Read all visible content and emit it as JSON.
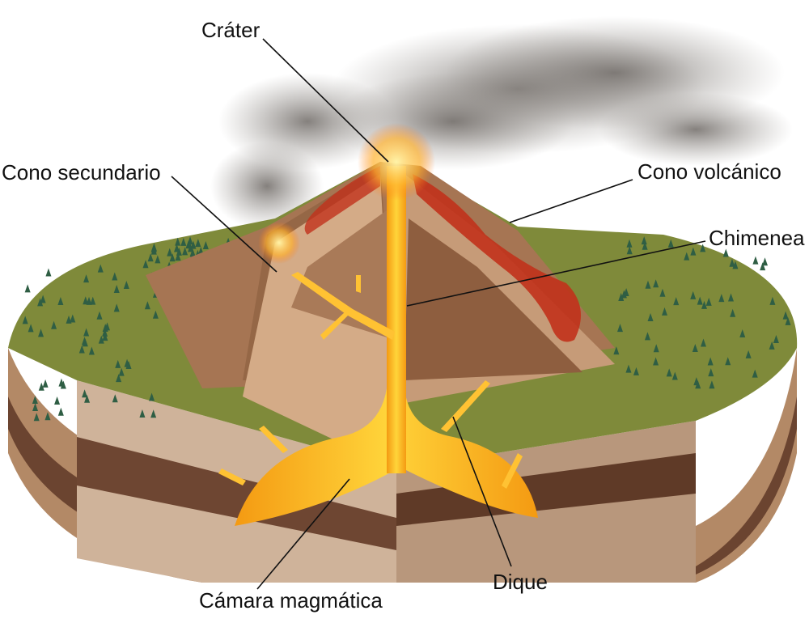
{
  "labels": {
    "crater": "Cráter",
    "secondary_cone": "Cono secundario",
    "volcanic_cone": "Cono volcánico",
    "chimney": "Chimenea",
    "magma_chamber": "Cámara magmática",
    "dike": "Dique"
  },
  "colors": {
    "grass": "#7f8a3a",
    "soil_light": "#c9a07a",
    "soil_mid": "#a67553",
    "soil_dark": "#5e3b27",
    "stratum_light": "#d3b79f",
    "stratum_dark": "#6b4430",
    "magma": "#f7a51c",
    "magma_core": "#ffd23d",
    "lava_flow": "#c1321b",
    "smoke": "#8a8581",
    "trees": "#2f5e44"
  }
}
